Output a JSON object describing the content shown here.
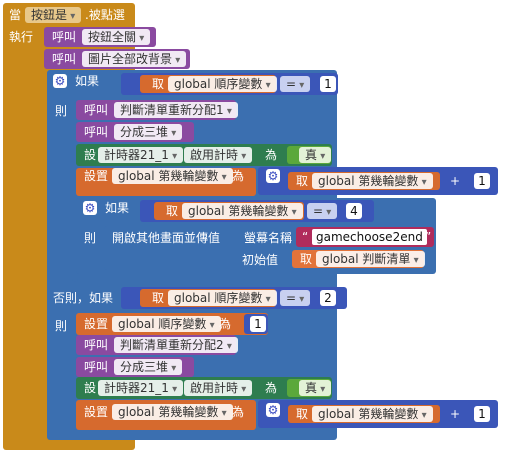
{
  "event": {
    "when": "當",
    "component": "按鈕是",
    "event_name": ".被點選",
    "do": "執行"
  },
  "calls": {
    "call": "呼叫",
    "disable_all": "按鈕全關",
    "change_bg": "圖片全部改背景",
    "reshuffle": "判斷清單重新分配1",
    "reshuffle2": "判斷清單重新分配2",
    "split_three": "分成三堆"
  },
  "if_block": {
    "if": "如果",
    "then": "則",
    "else_if": "否則，如果",
    "get": "取",
    "order_var": "global 順序變數",
    "round_var": "global 第幾輪變數",
    "equals": "=",
    "plus": "+",
    "set": "設置",
    "to": "為",
    "set_short": "設",
    "timer": "計時器21_1",
    "timer_enabled": "啟用計時",
    "true": "真",
    "open_screen": "開啟其他畫面並傳值",
    "screen_name": "螢幕名稱",
    "start_value": "初始值",
    "screen_text": "gamechoose2end",
    "judge_list": "global 判斷清單",
    "num1": "1",
    "num2": "2",
    "num4": "4"
  },
  "colors": {
    "event": "#c98a1a",
    "procedure": "#8a4aa0",
    "control": "#3b6fb0",
    "math": "#3b56b8",
    "variable": "#d66a2e",
    "logic": "#5ba83b",
    "component": "#2e7d4f",
    "text": "#b02c5c"
  },
  "icons": [
    "gear-icon",
    "dropdown-arrow-icon"
  ]
}
